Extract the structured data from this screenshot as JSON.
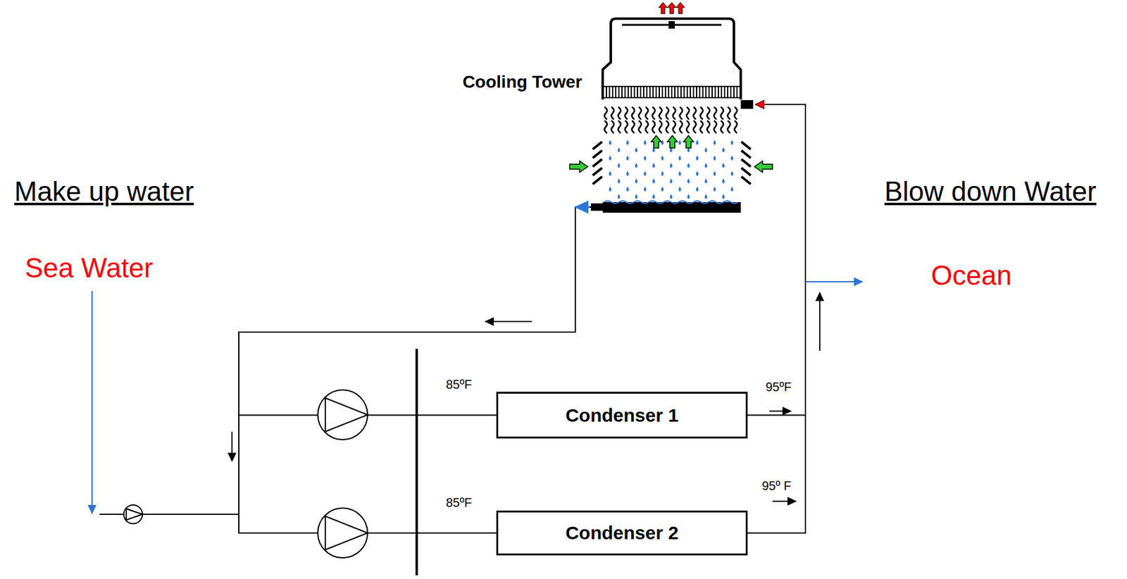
{
  "diagram": {
    "nodes": [
      {
        "text": [
          "Cooling Tower"
        ]
      },
      {
        "text": [
          "Condenser 1"
        ]
      },
      {
        "text": [
          "Condenser 2"
        ]
      }
    ],
    "edges": [
      {
        "from": 1,
        "to": 0,
        "arrow": "to"
      },
      {
        "from": 2,
        "to": 0,
        "arrow": "to"
      },
      {
        "from": 0,
        "to": 1,
        "arrow": "none"
      },
      {
        "from": 0,
        "to": 2,
        "arrow": "none"
      }
    ],
    "labels": [
      "Make up water",
      "Sea Water",
      "Blow down Water",
      "Ocean",
      "85ºF",
      "95ºF",
      "95º F",
      "85ºF"
    ]
  }
}
